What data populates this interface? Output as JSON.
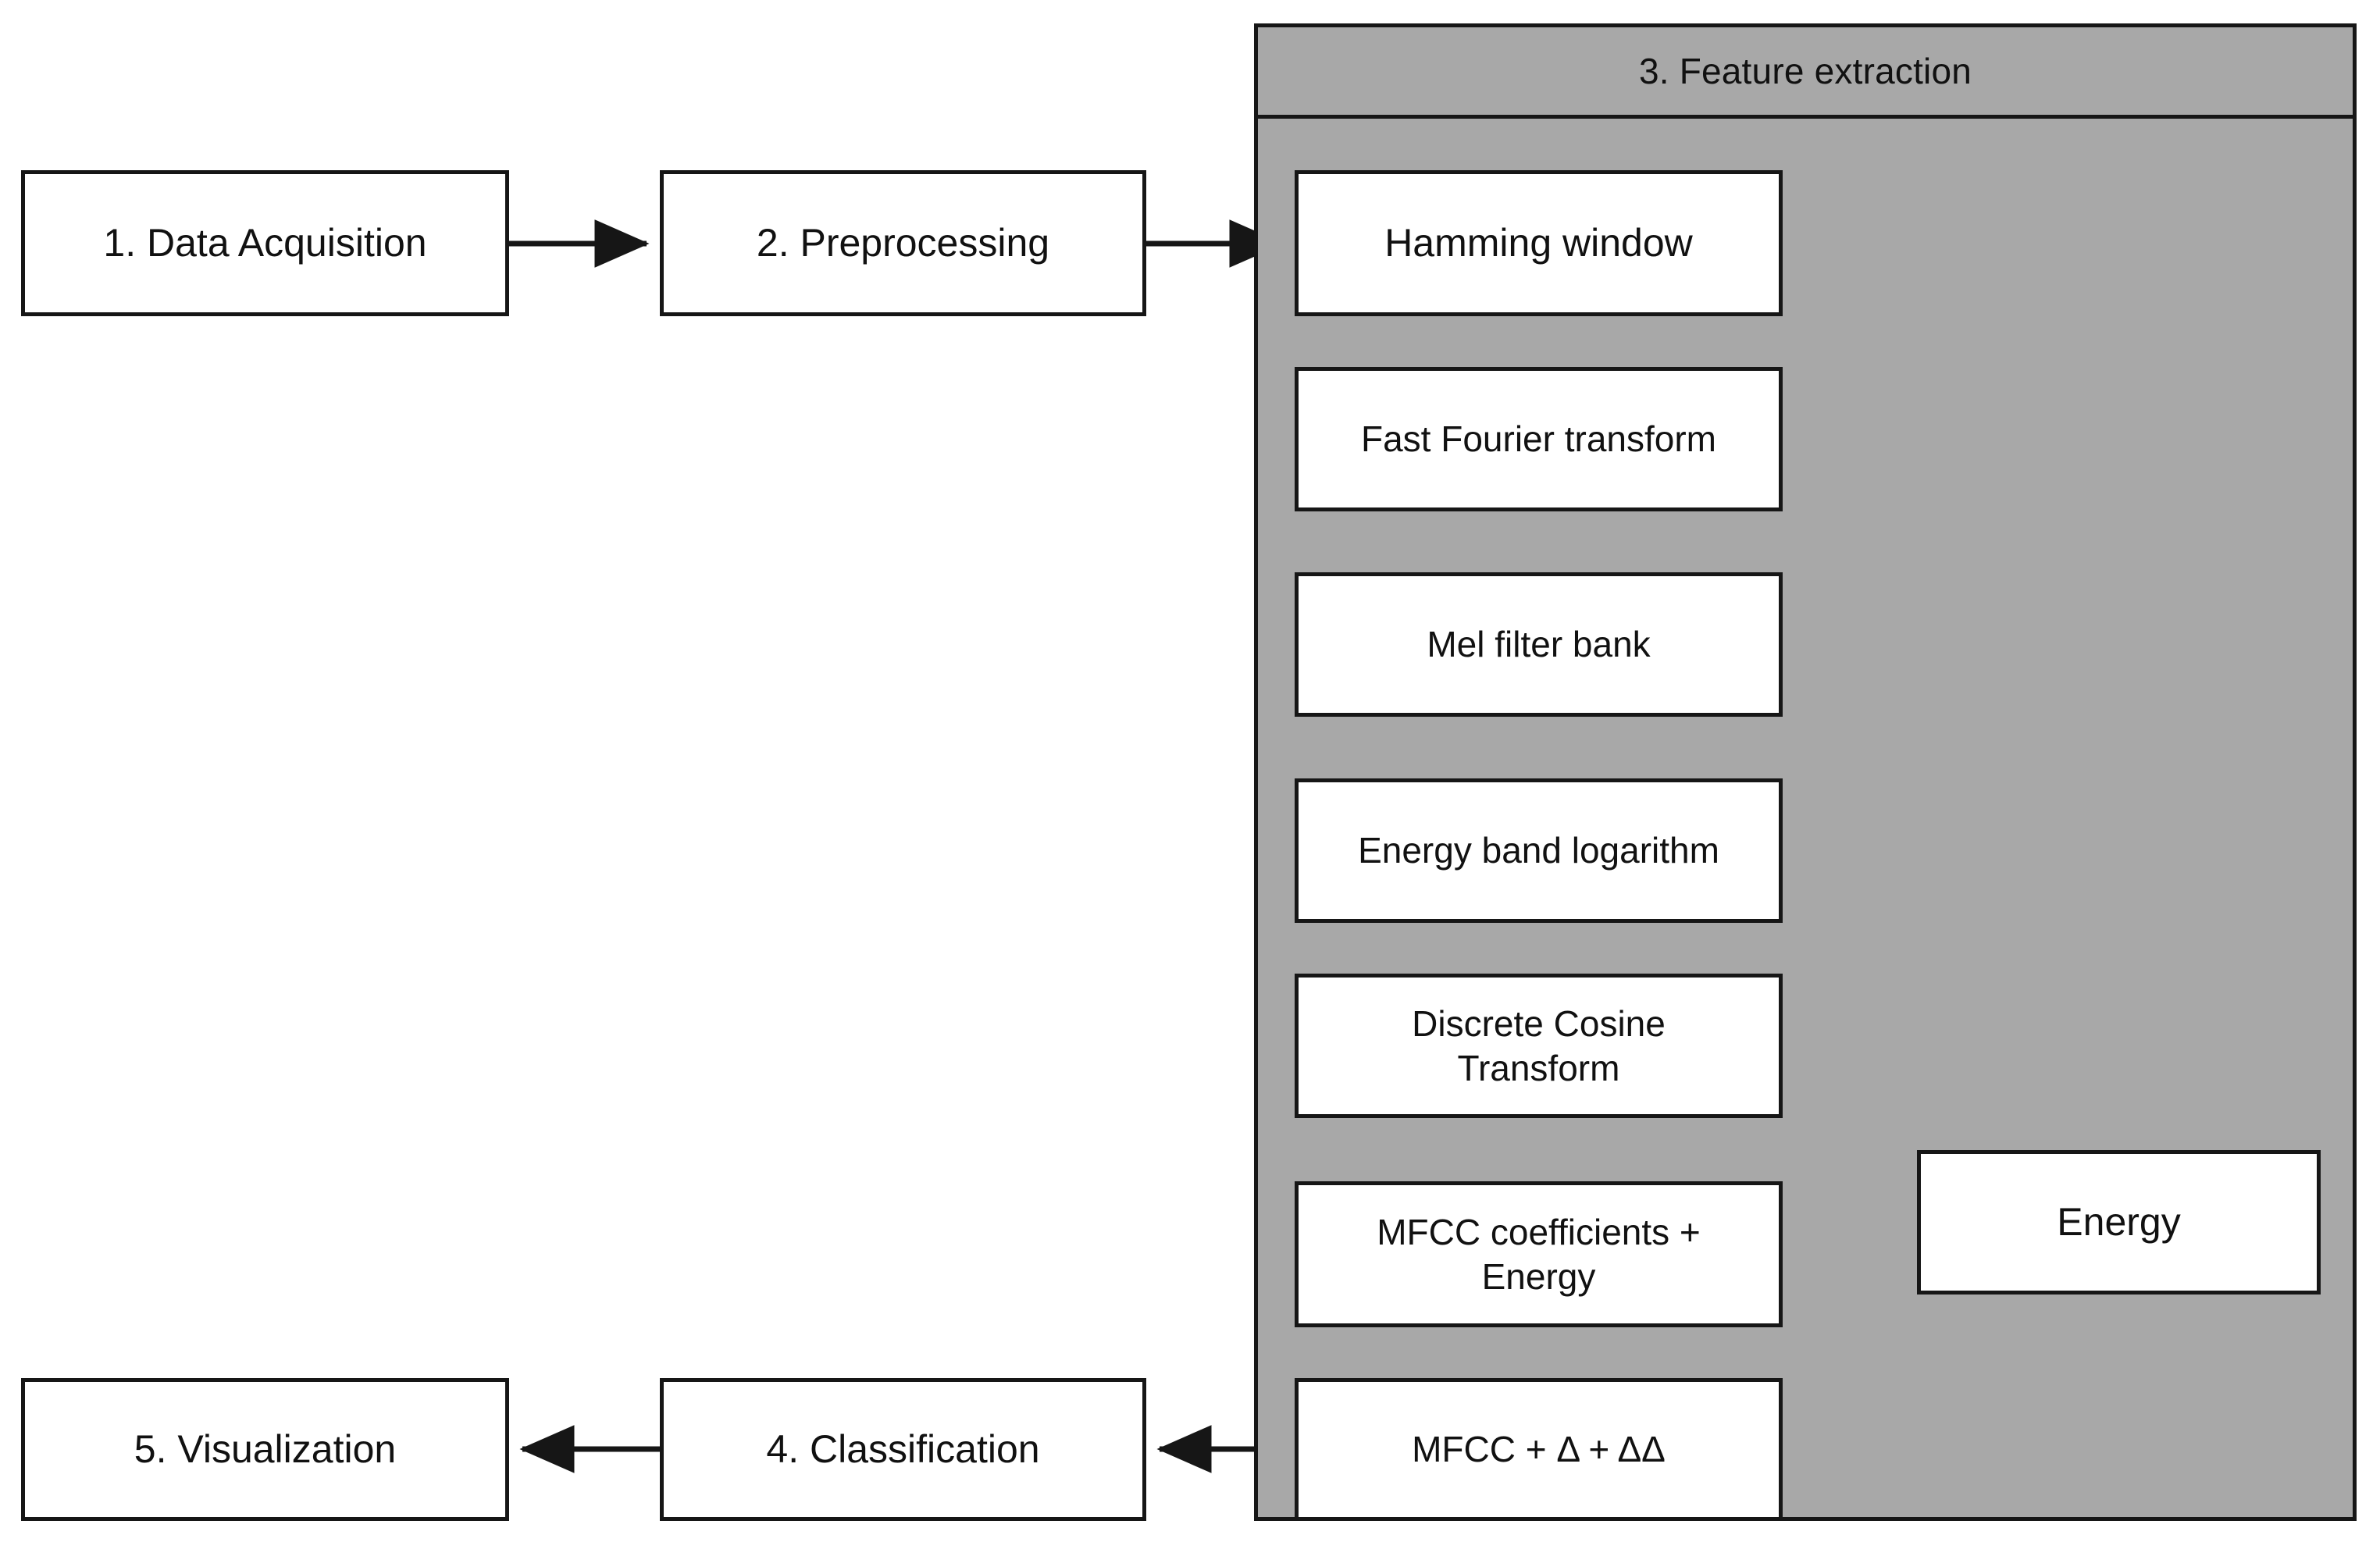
{
  "diagram": {
    "title": "Speech processing pipeline flowchart",
    "colors": {
      "panel_fill": "#a8a8a8",
      "node_fill": "#ffffff",
      "stroke": "#161616",
      "text": "#111111",
      "background": "#ffffff"
    }
  },
  "stages": {
    "data_acquisition": "1. Data Acquisition",
    "preprocessing": "2. Preprocessing",
    "feature_extraction": "3. Feature extraction",
    "classification": "4. Classification",
    "visualization": "5. Visualization"
  },
  "feature_extraction_steps": {
    "hamming_window": "Hamming window",
    "fft": "Fast Fourier transform",
    "mel_filter_bank": "Mel filter bank",
    "energy_band_logarithm": "Energy band logarithm",
    "dct": "Discrete Cosine\nTransform",
    "mfcc_plus_energy": "MFCC coefficients +\nEnergy",
    "mfcc_deltas": "MFCC + Δ + ΔΔ",
    "energy": "Energy"
  },
  "edges": [
    {
      "id": "e1",
      "from": "1. Data Acquisition",
      "to": "2. Preprocessing",
      "direction": "right"
    },
    {
      "id": "e2",
      "from": "2. Preprocessing",
      "to": "Hamming window",
      "direction": "right"
    },
    {
      "id": "e3",
      "from": "Hamming window",
      "to": "Fast Fourier transform",
      "direction": "down"
    },
    {
      "id": "e4",
      "from": "Fast Fourier transform",
      "to": "Mel filter bank",
      "direction": "down"
    },
    {
      "id": "e5",
      "from": "Mel filter bank",
      "to": "Energy band logarithm",
      "direction": "down"
    },
    {
      "id": "e6",
      "from": "Energy band logarithm",
      "to": "Discrete Cosine Transform",
      "direction": "down"
    },
    {
      "id": "e7",
      "from": "Discrete Cosine Transform",
      "to": "MFCC coefficients + Energy",
      "direction": "down"
    },
    {
      "id": "e8",
      "from": "Hamming window",
      "to": "Energy",
      "direction": "right-down"
    },
    {
      "id": "e9",
      "from": "Energy",
      "to": "MFCC coefficients + Energy",
      "direction": "left"
    },
    {
      "id": "e10",
      "from": "MFCC coefficients + Energy",
      "to": "MFCC + Δ + ΔΔ",
      "direction": "down"
    },
    {
      "id": "e11",
      "from": "MFCC + Δ + ΔΔ",
      "to": "4. Classification",
      "direction": "left"
    },
    {
      "id": "e12",
      "from": "4. Classification",
      "to": "5. Visualization",
      "direction": "left"
    }
  ]
}
